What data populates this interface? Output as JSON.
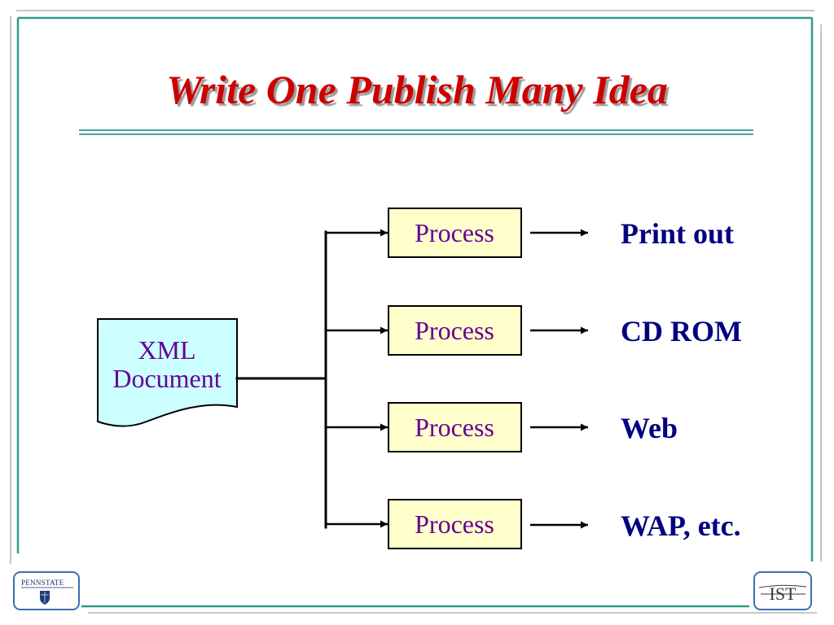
{
  "slide": {
    "title": "Write One Publish Many Idea"
  },
  "colors": {
    "title": "#cc0000",
    "frame": "#2e9a88",
    "document_fill": "#ccffff",
    "process_fill": "#ffffcc",
    "node_text": "#660099",
    "output_text": "#000080",
    "logo_border": "#3d6eb4"
  },
  "diagram": {
    "source": {
      "line1": "XML",
      "line2": "Document"
    },
    "branches": [
      {
        "process": "Process",
        "output": "Print out"
      },
      {
        "process": "Process",
        "output": "CD ROM"
      },
      {
        "process": "Process",
        "output": "Web"
      },
      {
        "process": "Process",
        "output": "WAP, etc."
      }
    ]
  },
  "footer": {
    "left_logo": {
      "text": "PENNSTATE",
      "icon": "penn-state-shield-icon"
    },
    "right_logo": {
      "text": "IST",
      "icon": "ist-swoosh-icon"
    }
  }
}
